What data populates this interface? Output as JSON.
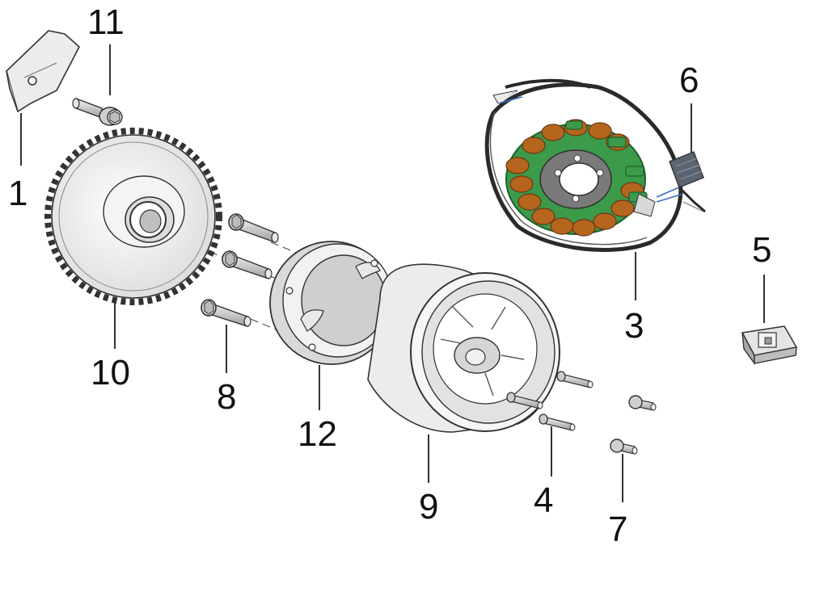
{
  "callouts": {
    "c1": "1",
    "c3": "3",
    "c4": "4",
    "c5": "5",
    "c6": "6",
    "c7": "7",
    "c8": "8",
    "c9": "9",
    "c10": "10",
    "c11": "11",
    "c12": "12"
  },
  "colors": {
    "line": "#333333",
    "metal_light": "#e8e8e8",
    "metal_mid": "#cfcfcf",
    "metal_dark": "#9a9a9a",
    "coil_copper": "#b5651d",
    "coil_dark": "#6b3410",
    "stator_green": "#3c9a4b",
    "stator_core": "#7a7a7a",
    "wire": "#2a2a2a"
  }
}
